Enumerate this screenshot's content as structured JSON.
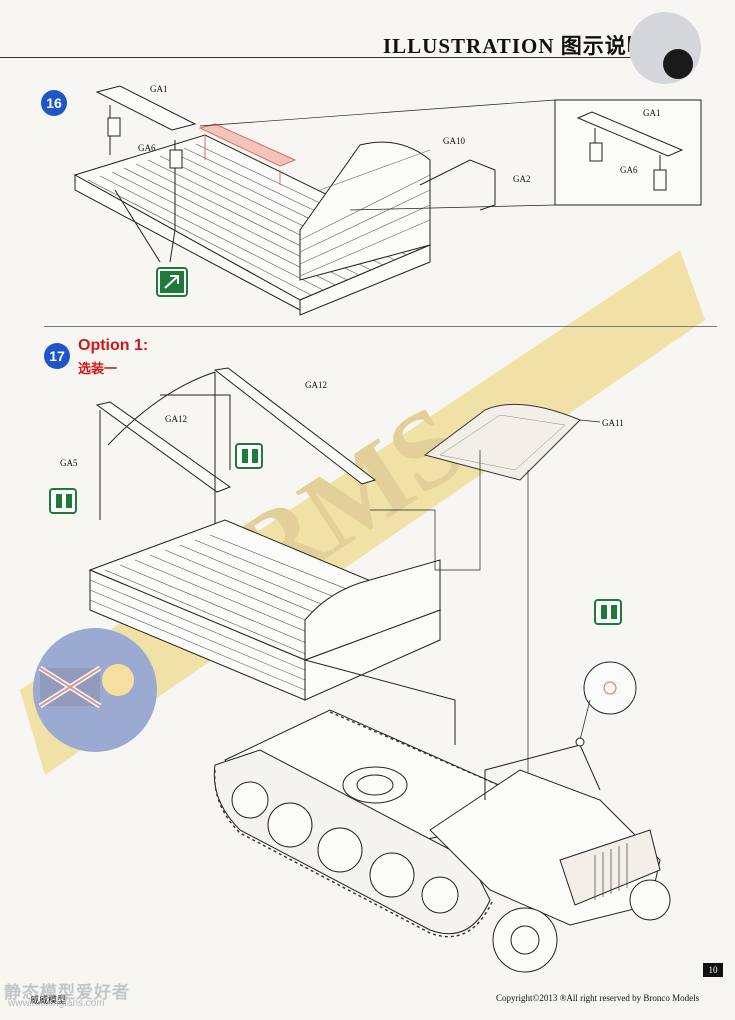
{
  "header": {
    "title": "ILLUSTRATION 图示说明:"
  },
  "step16": {
    "number": "16",
    "labels": {
      "ga1": "GA1",
      "ga6": "GA6",
      "ga10": "GA10",
      "ga2": "GA2"
    },
    "detail_labels": {
      "ga1": "GA1",
      "ga6": "GA6"
    }
  },
  "step17": {
    "number": "17",
    "option_title": "Option 1:",
    "option_subtitle": "选装一",
    "labels": {
      "ga12_top": "GA12",
      "ga12_left": "GA12",
      "ga5": "GA5",
      "ga11": "GA11"
    }
  },
  "footer": {
    "page_number": "10",
    "copyright": "Copyright©2013 ®All right reserved by Bronco Models",
    "left_text": "威威模型"
  },
  "watermark": {
    "text": "静态模型爱好者",
    "url": "www.moxingfans.com"
  },
  "colors": {
    "step_badge": "#1f55c8",
    "option_red": "#d41515",
    "glue_icon": "#1f7a3a",
    "highlight_part": "#e06a5a",
    "flag_yellow": "#e8c84a"
  }
}
